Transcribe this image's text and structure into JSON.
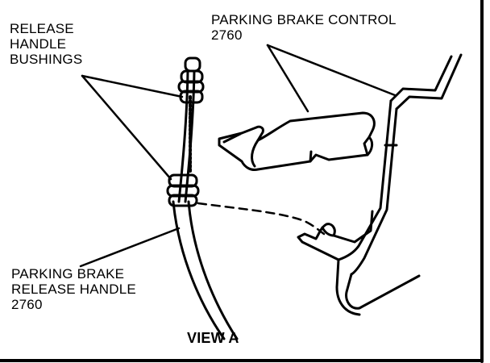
{
  "labels": {
    "release_handle_bushings": [
      "RELEASE",
      "HANDLE",
      "BUSHINGS"
    ],
    "parking_brake_control": [
      "PARKING BRAKE CONTROL",
      "2760"
    ],
    "parking_brake_release_handle": [
      "PARKING BRAKE",
      "RELEASE HANDLE",
      "2760"
    ],
    "view": "VIEW A"
  },
  "colors": {
    "ink": "#000000",
    "paper": "#ffffff"
  }
}
